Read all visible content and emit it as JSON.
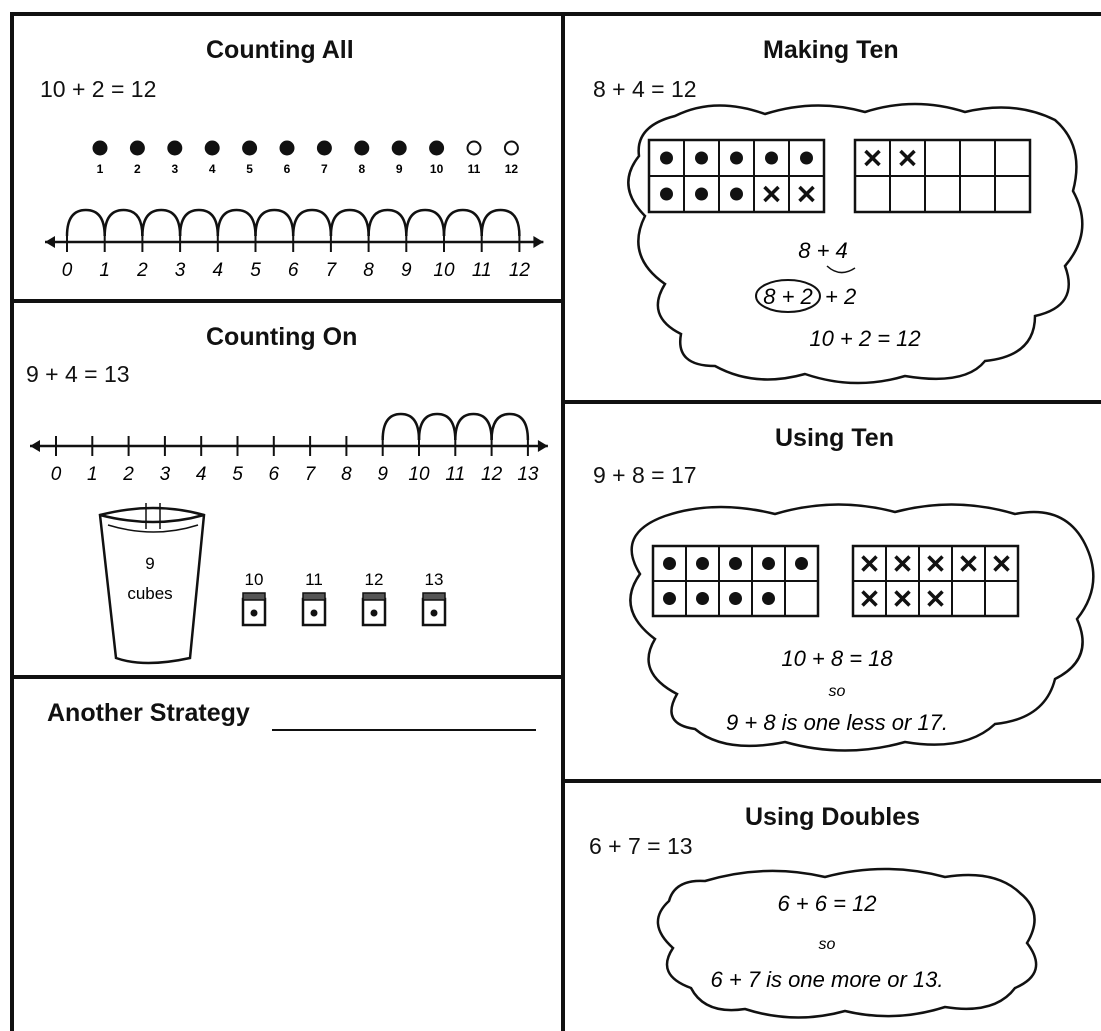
{
  "counting_all": {
    "title": "Counting All",
    "equation": "10 + 2 = 12",
    "dot_labels": [
      "1",
      "2",
      "3",
      "4",
      "5",
      "6",
      "7",
      "8",
      "9",
      "10",
      "11",
      "12"
    ],
    "filled_dots": 10,
    "number_line_labels": [
      "0",
      "1",
      "2",
      "3",
      "4",
      "5",
      "6",
      "7",
      "8",
      "9",
      "10",
      "11",
      "12"
    ]
  },
  "counting_on": {
    "title": "Counting On",
    "equation": "9 + 4 = 13",
    "number_line_labels": [
      "0",
      "1",
      "2",
      "3",
      "4",
      "5",
      "6",
      "7",
      "8",
      "9",
      "10",
      "11",
      "12",
      "13"
    ],
    "cup_number": "9",
    "cup_label": "cubes",
    "cube_labels": [
      "10",
      "11",
      "12",
      "13"
    ]
  },
  "another": {
    "title": "Another Strategy"
  },
  "making_ten": {
    "title": "Making Ten",
    "equation": "8 + 4 = 12",
    "line1": "8 + 4",
    "line2_circled": "8 + 2",
    "line2_rest": "+ 2",
    "line3": "10 + 2 = 12"
  },
  "using_ten": {
    "title": "Using Ten",
    "equation": "9 + 8 = 17",
    "line1": "10 + 8 = 18",
    "line2": "so",
    "line3": "9 + 8 is one less or 17."
  },
  "using_doubles": {
    "title": "Using Doubles",
    "equation": "6 + 7 = 13",
    "line1": "6 + 6 = 12",
    "line2": "so",
    "line3": "6 + 7 is one more or 13."
  }
}
